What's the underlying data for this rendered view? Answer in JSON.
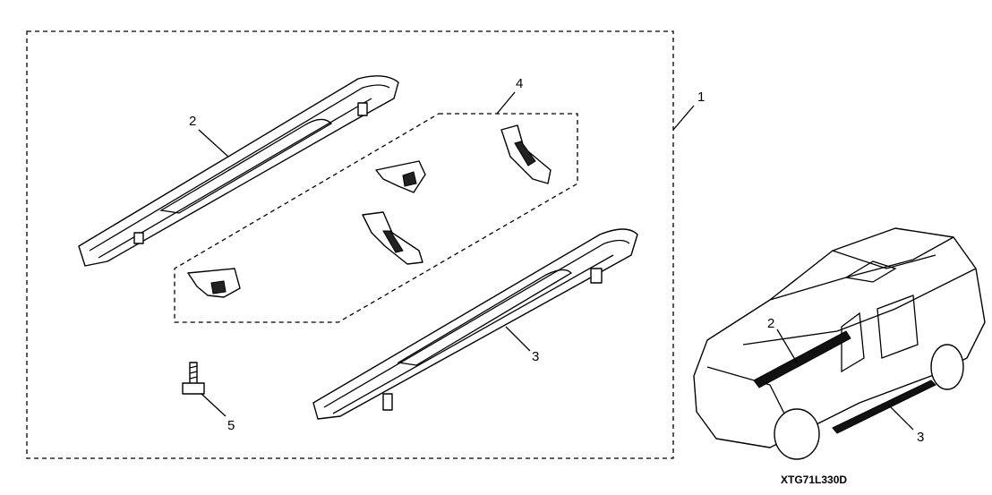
{
  "callouts": {
    "kit": "1",
    "left_step": "2",
    "right_step": "3",
    "brackets": "4",
    "bolt": "5"
  },
  "vehicle_callouts": {
    "left_step": "2",
    "right_step": "3"
  },
  "diagram_code": "XTG71L330D"
}
